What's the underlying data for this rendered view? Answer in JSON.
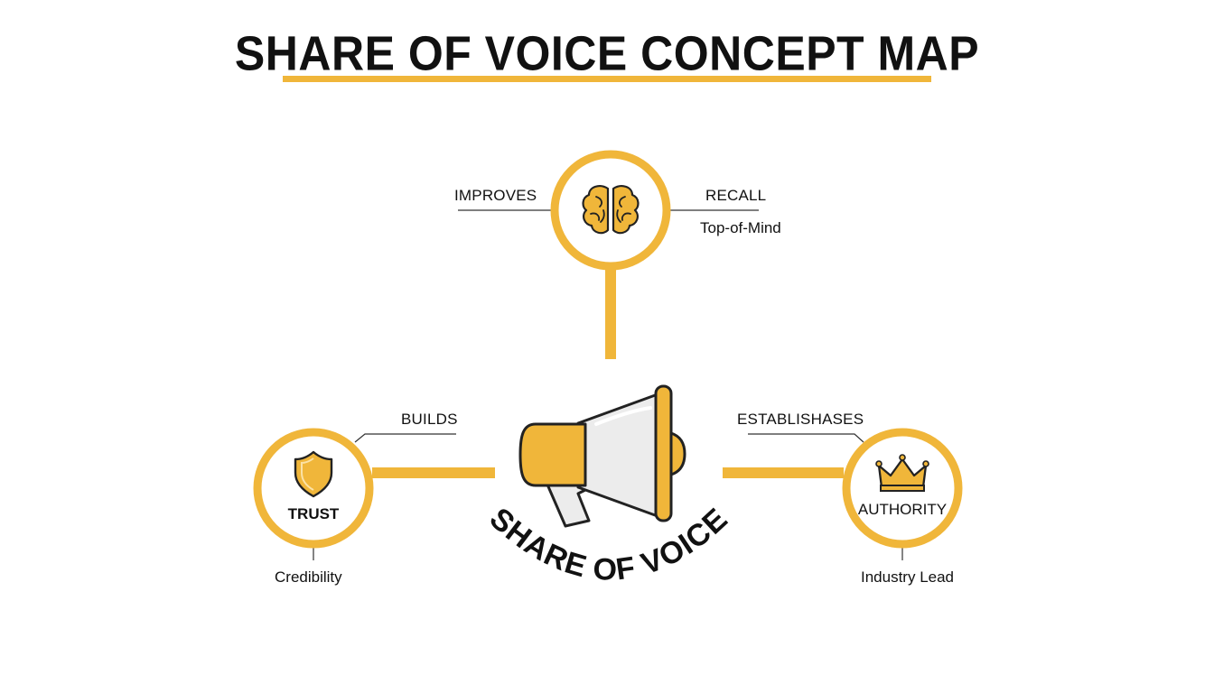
{
  "title": "SHARE OF VOICE CONCEPT MAP",
  "colors": {
    "accent": "#f0b63a",
    "text": "#111111",
    "outline": "#222222",
    "megaphone_light": "#ececec"
  },
  "center": {
    "label": "SHARE OF VOICE",
    "icon": "megaphone-icon"
  },
  "nodes": {
    "top": {
      "icon": "brain-icon",
      "left_label": "IMPROVES",
      "right_label": "RECALL",
      "sub_label": "Top-of-Mind"
    },
    "left": {
      "icon": "shield-icon",
      "label": "TRUST",
      "connector_label": "BUILDS",
      "sub_label": "Credibility"
    },
    "right": {
      "icon": "crown-icon",
      "label": "AUTHORITY",
      "connector_label": "ESTABLISHASES",
      "sub_label": "Industry Lead"
    }
  }
}
